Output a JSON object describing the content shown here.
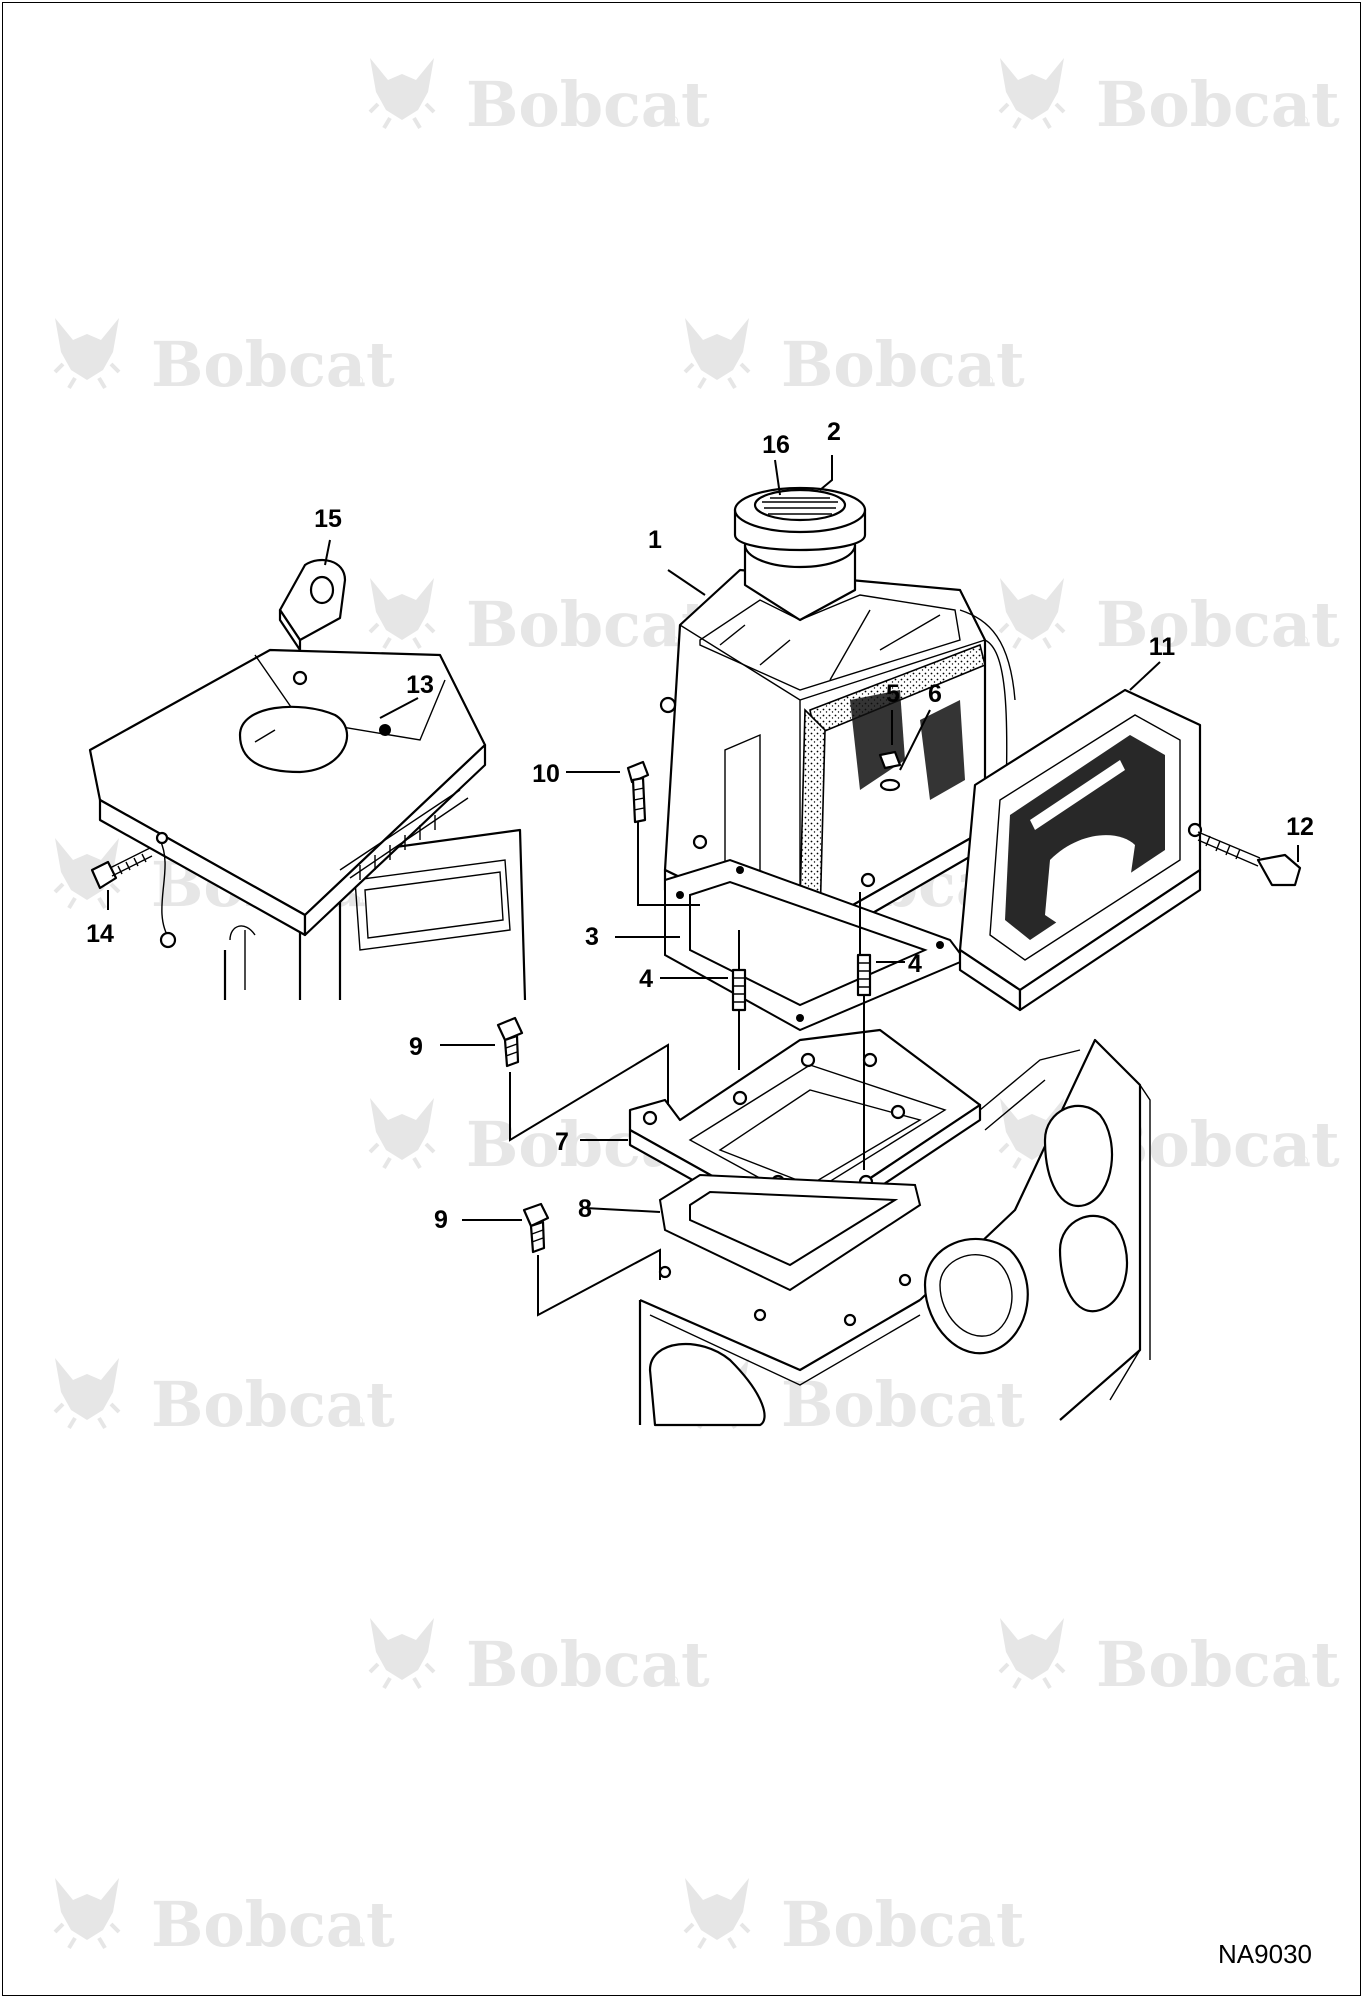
{
  "watermark": {
    "brand": "Bobcat",
    "registered": "®"
  },
  "callouts": [
    {
      "id": "1",
      "label": "1"
    },
    {
      "id": "2",
      "label": "2"
    },
    {
      "id": "3",
      "label": "3"
    },
    {
      "id": "4a",
      "label": "4"
    },
    {
      "id": "4b",
      "label": "4"
    },
    {
      "id": "5",
      "label": "5"
    },
    {
      "id": "6",
      "label": "6"
    },
    {
      "id": "7",
      "label": "7"
    },
    {
      "id": "8",
      "label": "8"
    },
    {
      "id": "9a",
      "label": "9"
    },
    {
      "id": "9b",
      "label": "9"
    },
    {
      "id": "10",
      "label": "10"
    },
    {
      "id": "11",
      "label": "11"
    },
    {
      "id": "12",
      "label": "12"
    },
    {
      "id": "13",
      "label": "13"
    },
    {
      "id": "14",
      "label": "14"
    },
    {
      "id": "15",
      "label": "15"
    },
    {
      "id": "16",
      "label": "16"
    }
  ],
  "figure_ref": "NA9030"
}
